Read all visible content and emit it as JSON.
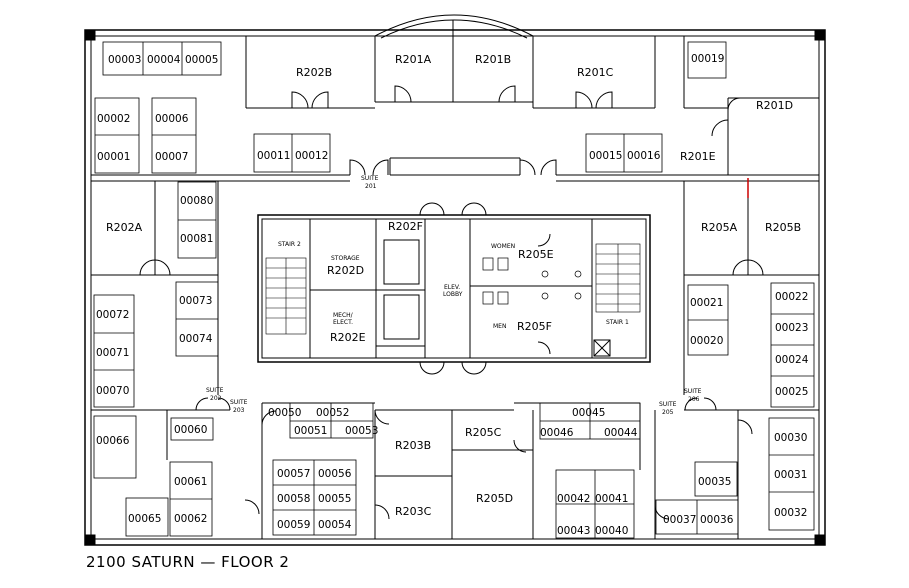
{
  "title": "2100 SATURN  —  FLOOR 2",
  "rooms": {
    "R201A": "R201A",
    "R201B": "R201B",
    "R201C": "R201C",
    "R201D": "R201D",
    "R201E": "R201E",
    "R202A": "R202A",
    "R202B": "R202B",
    "R202D": "R202D",
    "R202E": "R202E",
    "R202F": "R202F",
    "R203B": "R203B",
    "R203C": "R203C",
    "R205A": "R205A",
    "R205B": "R205B",
    "R205C": "R205C",
    "R205D": "R205D",
    "R205E": "R205E",
    "R205F": "R205F"
  },
  "core": {
    "stair2": "STAIR 2",
    "stair1": "STAIR 1",
    "storage": "STORAGE",
    "mech1": "MECH/",
    "mech2": "ELECT.",
    "elev1": "ELEV.",
    "elev2": "LOBBY",
    "women": "WOMEN",
    "men": "MEN"
  },
  "suites": {
    "s201a": "SUITE",
    "s201b": "201",
    "s202a": "SUITE",
    "s202b": "202",
    "s203a": "SUITE",
    "s203b": "203",
    "s205a": "SUITE",
    "s205b": "205",
    "s206a": "SUITE",
    "s206b": "206"
  },
  "workstations": {
    "w00001": "00001",
    "w00002": "00002",
    "w00003": "00003",
    "w00004": "00004",
    "w00005": "00005",
    "w00006": "00006",
    "w00007": "00007",
    "w00011": "00011",
    "w00012": "00012",
    "w00015": "00015",
    "w00016": "00016",
    "w00019": "00019",
    "w00020": "00020",
    "w00021": "00021",
    "w00022": "00022",
    "w00023": "00023",
    "w00024": "00024",
    "w00025": "00025",
    "w00030": "00030",
    "w00031": "00031",
    "w00032": "00032",
    "w00035": "00035",
    "w00036": "00036",
    "w00037": "00037",
    "w00040": "00040",
    "w00041": "00041",
    "w00042": "00042",
    "w00043": "00043",
    "w00044": "00044",
    "w00045": "00045",
    "w00046": "00046",
    "w00050": "00050",
    "w00051": "00051",
    "w00052": "00052",
    "w00053": "00053",
    "w00054": "00054",
    "w00055": "00055",
    "w00056": "00056",
    "w00057": "00057",
    "w00058": "00058",
    "w00059": "00059",
    "w00060": "00060",
    "w00061": "00061",
    "w00062": "00062",
    "w00065": "00065",
    "w00066": "00066",
    "w00070": "00070",
    "w00071": "00071",
    "w00072": "00072",
    "w00073": "00073",
    "w00074": "00074",
    "w00080": "00080",
    "w00081": "00081"
  },
  "colors": {
    "line": "#000000",
    "accent": "#cc0000"
  }
}
